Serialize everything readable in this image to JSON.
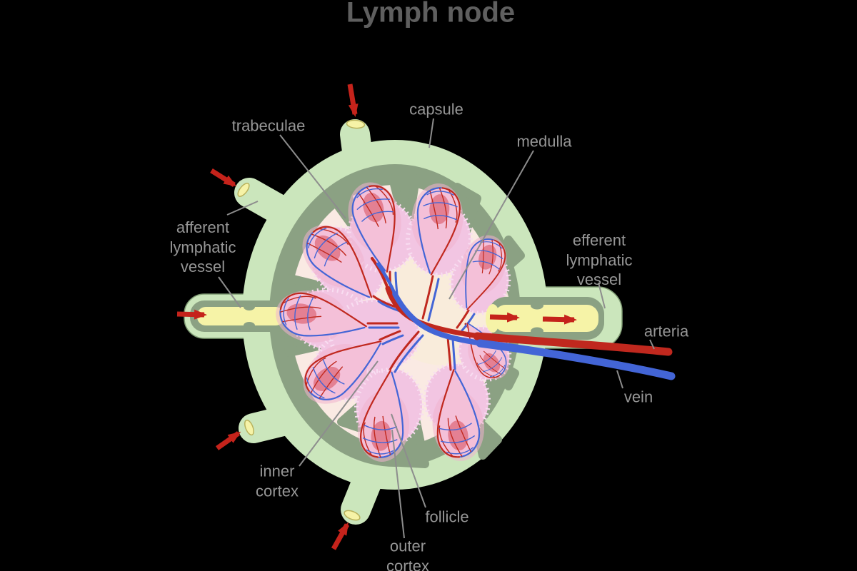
{
  "title": "Lymph node",
  "labels": {
    "trabeculae": "trabeculae",
    "capsule": "capsule",
    "medulla": "medulla",
    "afferent_lymphatic_vessel": "afferent\nlymphatic\nvessel",
    "efferent_lymphatic_vessel": "efferent\nlymphatic\nvessel",
    "arteria": "arteria",
    "vein": "vein",
    "inner_cortex": "inner\ncortex",
    "follicle": "follicle",
    "outer_cortex": "outer\ncortex"
  },
  "colors": {
    "background": "#000000",
    "title_text": "#5f5f5f",
    "label_text": "#969696",
    "pointer_line": "#8d8d8d",
    "capsule_green": "#cbe6bc",
    "capsule_outline": "#7e9a72",
    "trabecula_green": "#8ba183",
    "cortex_pale": "#faeae3",
    "medulla_cream": "#f8ecd9",
    "inner_cortex_pink": "#f2c5e2",
    "lobule_fringe": "#f8ddf1",
    "follicle_pink": "#f4c0d8",
    "follicle_blush": "#f0b2cd",
    "follicle_core": "#e48093",
    "lymph_yellow": "#f6f3a7",
    "yellow_outline": "#b9b25c",
    "artery_red": "#c0281e",
    "vein_blue": "#4365d6",
    "arrow_red": "#c5231b"
  }
}
